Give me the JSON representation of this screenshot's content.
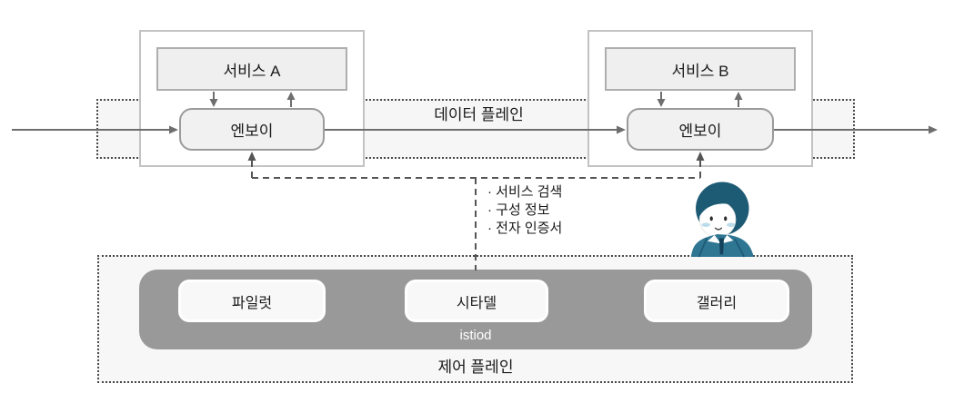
{
  "labels": {
    "data_plane": "데이터 플레인",
    "control_plane": "제어 플레인",
    "istiod": "istiod",
    "service_a": "서비스 A",
    "service_b": "서비스 B",
    "envoy_a": "엔보이",
    "envoy_b": "엔보이",
    "pilot": "파일럿",
    "citadel": "시타델",
    "galley": "갤러리"
  },
  "notes": [
    "· 서비스 검색",
    "· 구성 정보",
    "· 전자 인증서"
  ],
  "icons": {
    "person": "person-character-icon"
  },
  "colors": {
    "istiod_bg": "#999999",
    "box_fill": "#efefef",
    "plane_fill": "#f6f6f6",
    "solid_line": "#6e6e6e",
    "dashed_line": "#555555",
    "dotted_border": "#4a4a4a",
    "person_hair": "#1d5a74",
    "person_jacket": "#2f7693",
    "person_tie": "#14425c",
    "person_blush": "#bcdce9"
  }
}
